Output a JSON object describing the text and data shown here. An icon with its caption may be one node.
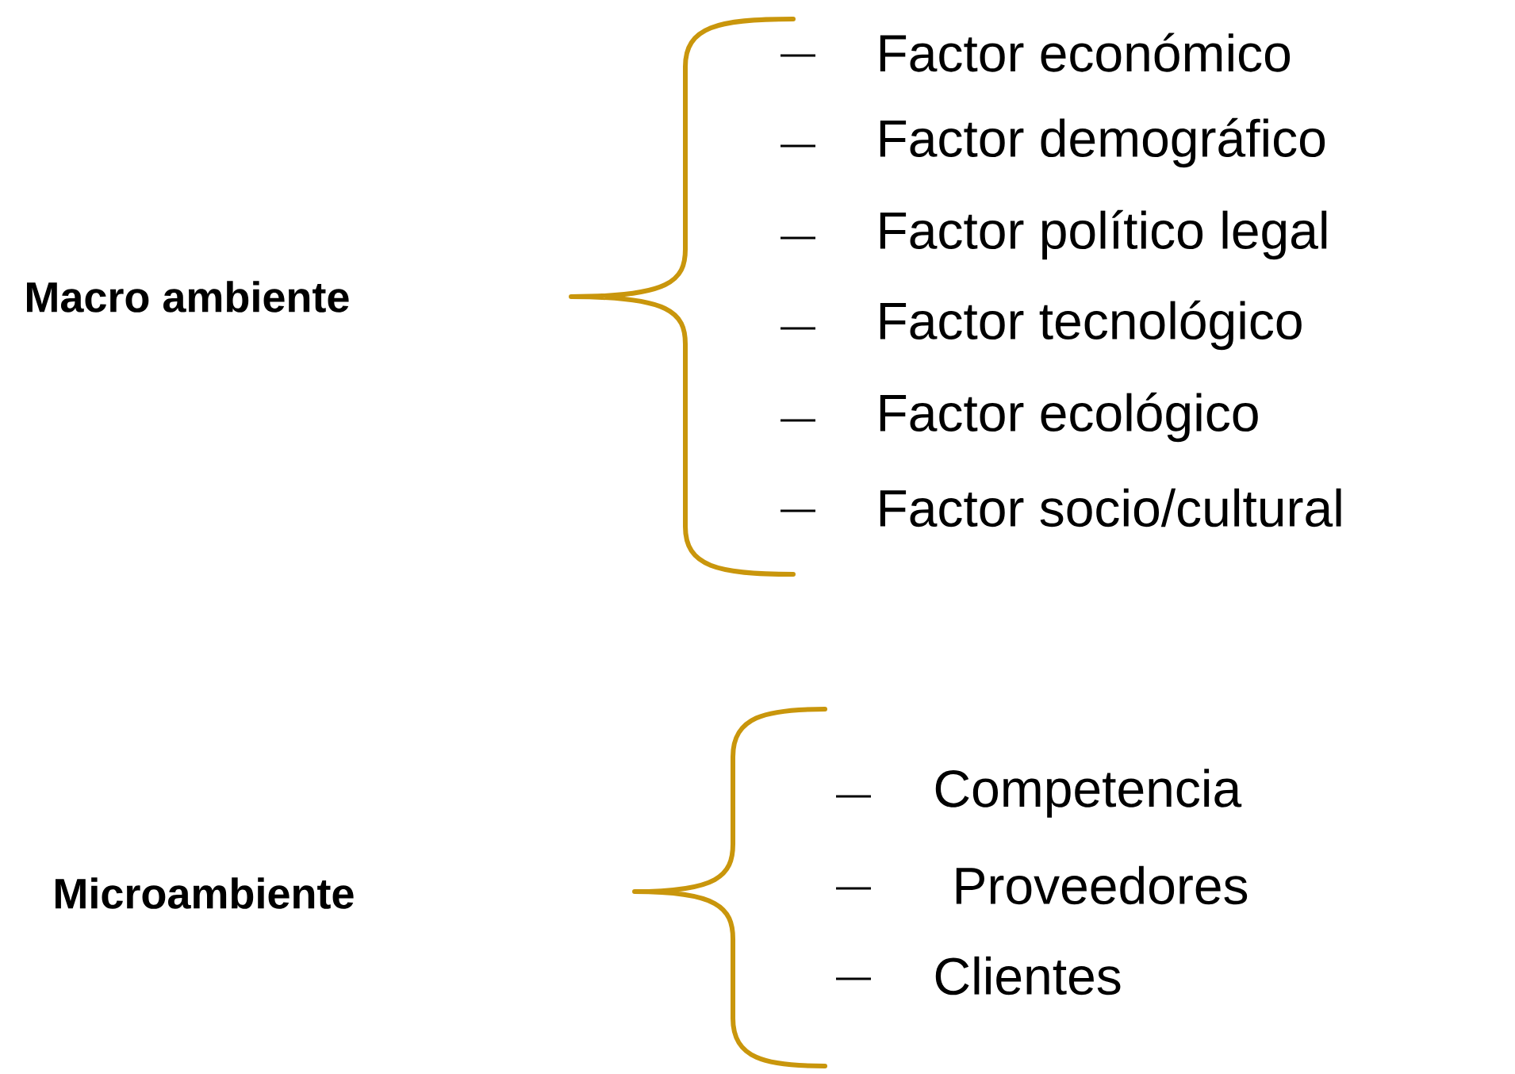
{
  "diagram": {
    "labels": [
      "Factor económico",
      "Factor demográfico",
      "Macro ambiente",
      "Factor político legal",
      "Factor tecnológico",
      "Factor ecológico",
      "Factor socio/cultural",
      "Competencia",
      "Microambiente",
      "Proveedores",
      "Clientes"
    ]
  }
}
